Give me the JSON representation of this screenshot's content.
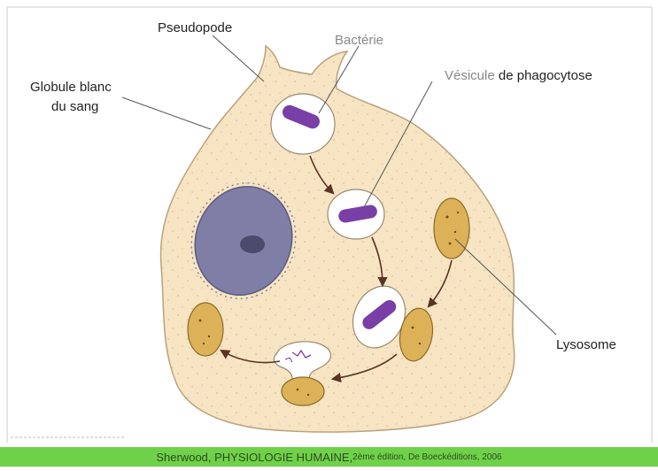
{
  "labels": {
    "pseudopode": "Pseudopode",
    "bacterie": "Bactérie",
    "globule_line1": "Globule blanc",
    "globule_line2": "du sang",
    "vesicule_a": "Vésicule",
    "vesicule_b": " de phagocytose",
    "lysosome": "Lysosome"
  },
  "footer": {
    "main": "Sherwood,  PHYSIOLOGIE HUMAINE,",
    "edition": "  2ème édition, De Boeckéditions, 2006"
  },
  "colors": {
    "cytoplasm": "#f6e4c2",
    "cytoplasm_outline": "#b9a27c",
    "nucleus": "#7e7ea6",
    "bacteria": "#7a3fa6",
    "lysosome": "#dcb157",
    "arrow": "#5a3324",
    "footer_band": "#6fd14a"
  }
}
